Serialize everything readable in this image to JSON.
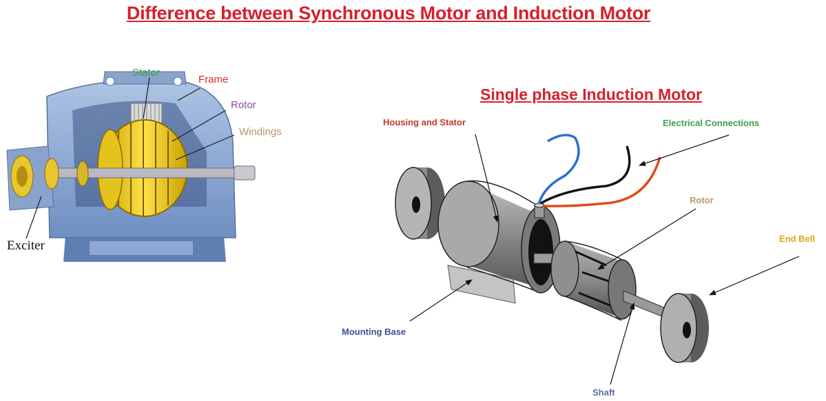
{
  "page": {
    "title": "Difference between Synchronous Motor and Induction Motor"
  },
  "synchronous_motor": {
    "labels": {
      "stator": "Stator",
      "frame": "Frame",
      "rotor": "Rotor",
      "windings": "Windings",
      "exciter": "Exciter"
    }
  },
  "induction_motor": {
    "title": "Single phase Induction Motor",
    "labels": {
      "housing_and_stator": "Housing and Stator",
      "electrical_connections": "Electrical Connections",
      "rotor": "Rotor",
      "end_bell": "End Bell",
      "mounting_base": "Mounting Base",
      "shaft": "Shaft"
    }
  },
  "colors": {
    "title_red": "#d6202a",
    "label_green": "#3aa04a",
    "label_red": "#c9342d",
    "label_purple": "#8a4f9b",
    "label_tan": "#b8956c",
    "label_blue": "#3d4f9a",
    "label_orange": "#e0a21e",
    "label_slate": "#5d6f96"
  }
}
